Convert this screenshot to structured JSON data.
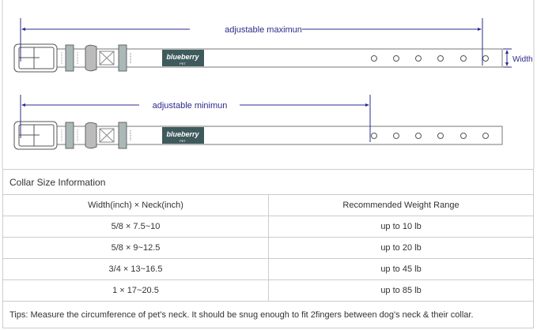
{
  "diagram": {
    "max_label": "adjustable maximun",
    "min_label": "adjustable minimun",
    "width_label": "Width",
    "brand_logo": "blueberry",
    "brand_sub": "PET",
    "arrow_color": "#2b2b8c",
    "logo_color": "#3f5a5c",
    "loop_color": "#aab8b8"
  },
  "table": {
    "title": "Collar Size Information",
    "headers": [
      "Width(inch)  ×  Neck(inch)",
      "Recommended Weight Range"
    ],
    "rows": [
      [
        "5/8 × 7.5~10",
        "up to 10 lb"
      ],
      [
        "5/8 × 9~12.5",
        "up to 20 lb"
      ],
      [
        "3/4 × 13~16.5",
        "up to 45 lb"
      ],
      [
        "1 × 17~20.5",
        "up to 85 lb"
      ]
    ],
    "tips": "Tips: Measure the circumference of pet's neck. It should be snug enough to fit 2fingers between dog's neck & their collar."
  }
}
